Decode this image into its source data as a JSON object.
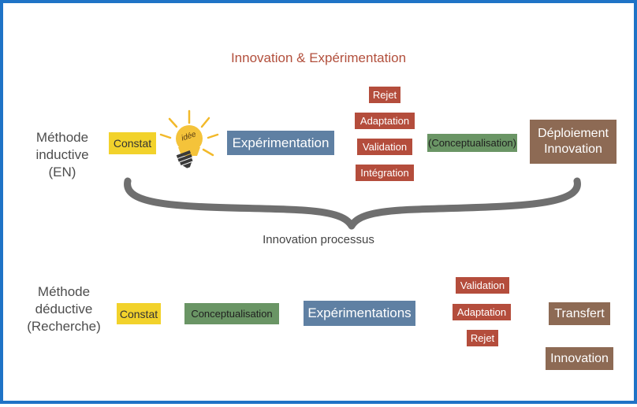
{
  "title": "Innovation & Expérimentation",
  "inductive": {
    "method_lines": [
      "Méthode",
      "inductive",
      "(EN)"
    ],
    "constat": "Constat",
    "bulb_text": "idée",
    "experimentation": "Expérimentation",
    "stack": [
      "Rejet",
      "Adaptation",
      "Validation",
      "Intégration"
    ],
    "conceptualisation": "(Conceptualisation)",
    "deploiement_lines": [
      "Déploiement",
      "Innovation"
    ]
  },
  "process_label": "Innovation processus",
  "deductive": {
    "method_lines": [
      "Méthode",
      "déductive",
      "(Recherche)"
    ],
    "constat": "Constat",
    "conceptualisation": "Conceptualisation",
    "experimentations": "Expérimentations",
    "stack": [
      "Validation",
      "Adaptation",
      "Rejet"
    ],
    "transfert": "Transfert",
    "innovation": "Innovation"
  },
  "colors": {
    "frame": "#1f73c6",
    "yellow": "#f2d22b",
    "blue": "#5f80a3",
    "red": "#b44d3c",
    "green": "#6a9565",
    "brown": "#8d6a54",
    "brace": "#6f6f6f"
  },
  "icons": [
    "lightbulb-icon",
    "curly-brace-icon"
  ]
}
